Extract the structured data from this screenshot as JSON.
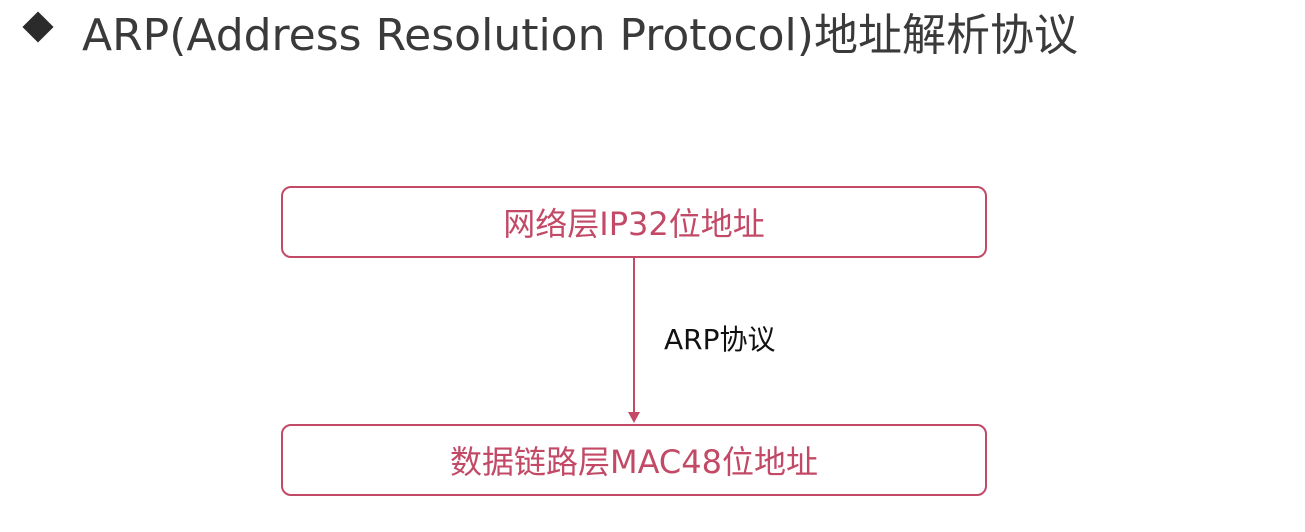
{
  "title": {
    "bullet_icon": "diamond-bullet-icon",
    "text": "ARP(Address Resolution Protocol)地址解析协议"
  },
  "diagram": {
    "top_box": "网络层IP32位地址",
    "edge_label": "ARP协议",
    "bottom_box": "数据链路层MAC48位地址",
    "colors": {
      "accent": "#c24a67",
      "title_text": "#3a3a3a",
      "label_text": "#111111"
    }
  }
}
